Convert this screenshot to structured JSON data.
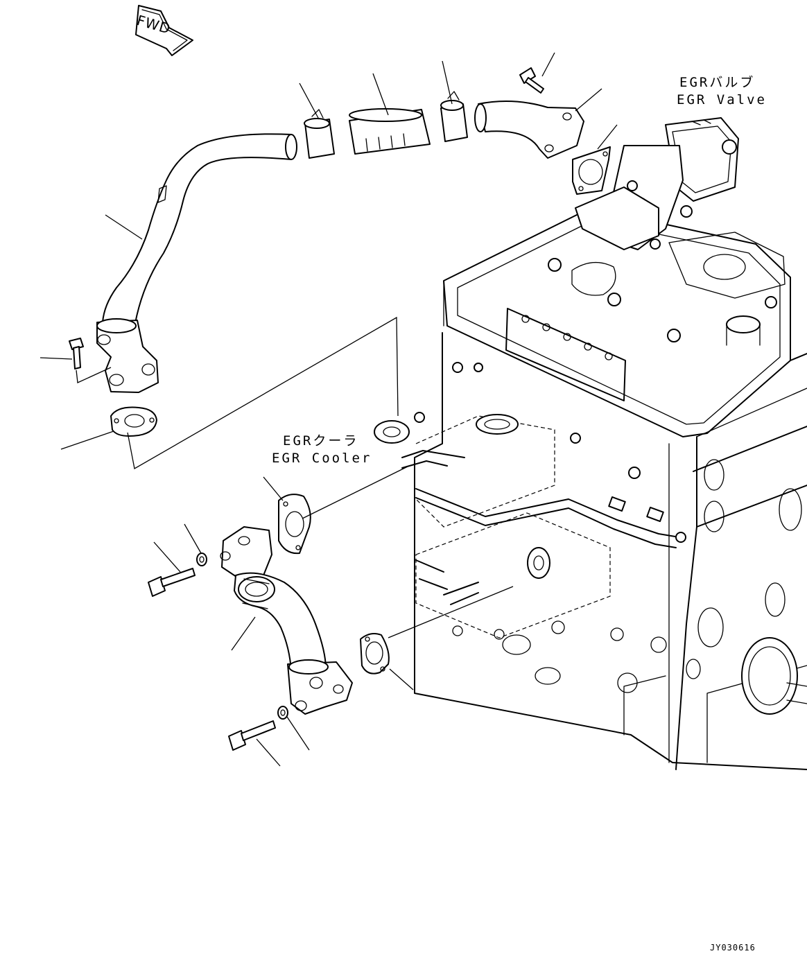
{
  "drawing": {
    "direction_marker": "FWD",
    "labels": {
      "egr_valve_jp": "EGRバルブ",
      "egr_valve_en": "EGR Valve",
      "egr_cooler_jp": "EGRクーラ",
      "egr_cooler_en": "EGR Cooler"
    },
    "drawing_code": "JY030616"
  }
}
